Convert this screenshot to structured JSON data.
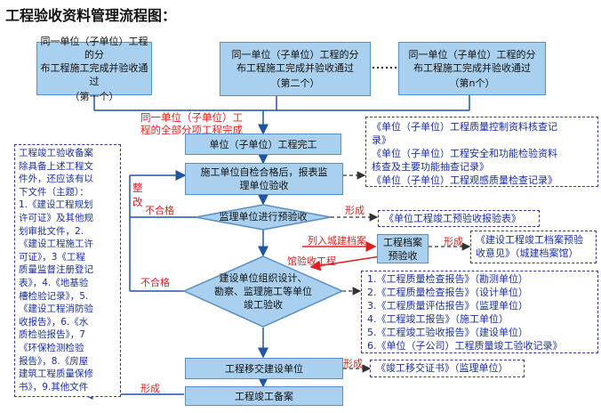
{
  "title": "工程验收资料管理流程图：",
  "top_boxes": [
    {
      "lines": [
        "同一单位（子单位）工程的分",
        "布工程施工完成并验收通过",
        "（第一个）"
      ]
    },
    {
      "lines": [
        "同一单位（子单位）工程的分",
        "布工程施工完成并验收通过",
        "（第二个）"
      ]
    },
    {
      "lines": [
        "同一单位（子单位）工程的分",
        "布工程施工完成并验收通过",
        "（第n个）"
      ]
    }
  ],
  "red_note_top": [
    "同一单位（子单位）工",
    "程的全部分项工程完成"
  ],
  "main_steps": {
    "complete": "单位（子单位）工程完工",
    "self_check": [
      "施工单位自检合格后，报表监",
      "理单位验收"
    ],
    "pre_accept": "监理单位进行预验收",
    "org_accept": [
      "建设单位组织设计、",
      "勘察、监理施工等单位",
      "竣工验收"
    ],
    "handover": "工程移交建设单位",
    "record": "工程竣工备案",
    "archive": [
      "工程档案",
      "预验收"
    ]
  },
  "labels": {
    "rectify": [
      "整",
      "改"
    ],
    "fail1": "不合格",
    "fail2": "不合格",
    "form1": "形成",
    "form2": "形成",
    "form3": "形成",
    "form4": "形成",
    "to_archive": "列入城建档案",
    "archive_accept": "馆验收工程"
  },
  "right_notes": {
    "checklist": [
      "《单位（子单位）工程质量控制资料核查记",
      "录》",
      "《单位（子单位）工程安全和功能检验资料",
      "核查及主要功能抽查记录》",
      "《单位（子单位）工程观感质量检查记录》"
    ],
    "pre_accept_report": "《单位工程竣工预验收报验表》",
    "archive_opinion": [
      "《建设工程竣工档案预验",
      "收意见》（城建档案馆）"
    ],
    "accept_reports": [
      "1.《工程质量检查报告》（勘测单位）",
      "2.《工程质量检查报告》（设计单位）",
      "3.《工程质量评估报告》（监理单位）",
      "4.《工程竣工报告》（施工单位）",
      "5.《工程竣工验收报告》（建设单位）",
      "6.《单位（子公司）工程质量竣工验收记录》"
    ],
    "handover_cert": "《竣工移交证书》（监理单位）"
  },
  "left_note": [
    "工程竣工验收备案",
    "除具备上述工程文",
    "件外，还应该有以",
    "下文件（主题）：",
    "1.《建设工程规划",
    "许可证》及其他规",
    "划审批文件，2.",
    "《建设工程施工许",
    "可证》，3《工程",
    "质量监督注册登记",
    "表》，4.《地基验",
    "槽检验记录》，5.",
    "《建设工程消防验",
    "收报告》，6.《水",
    "质检验报告》，7",
    "《环保检测检验",
    "报告》，8.《房屋",
    "建筑工程质量保修",
    "书》，9.其他文件"
  ]
}
